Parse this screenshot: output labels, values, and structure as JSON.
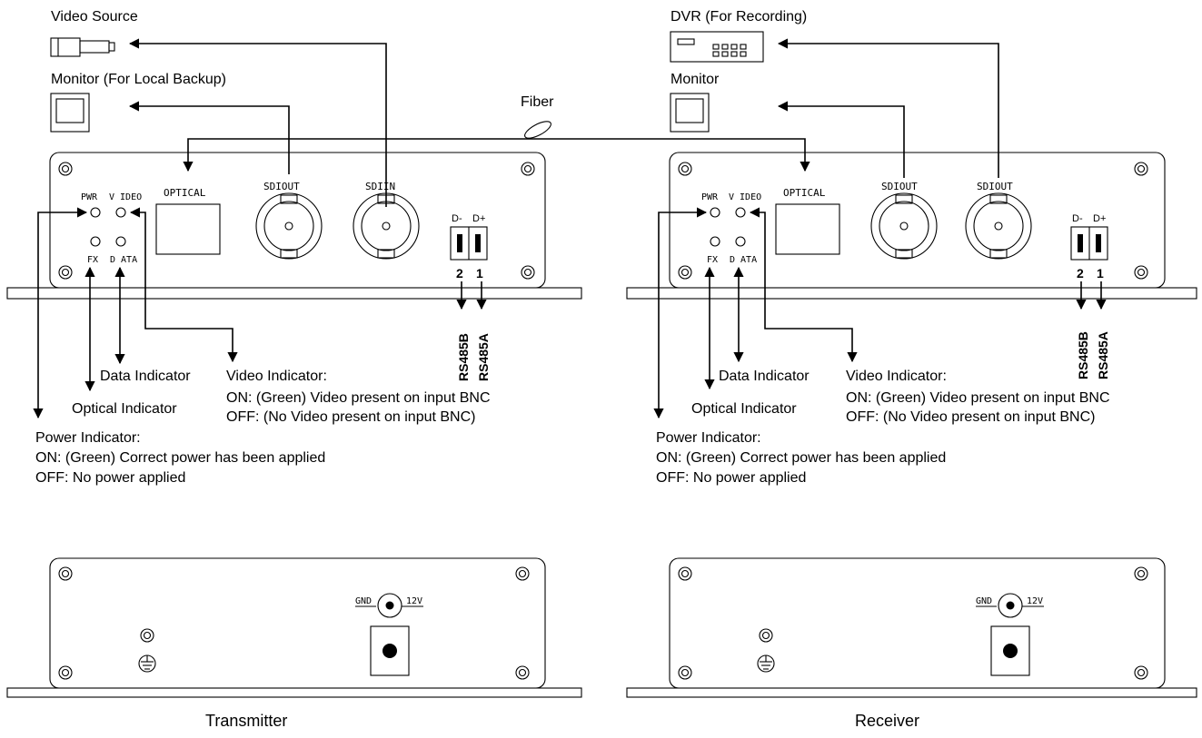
{
  "transmitter": {
    "caption": "Transmitter",
    "video_source": "Video Source",
    "monitor_local": "Monitor (For Local Backup)",
    "fiber": "Fiber",
    "panel": {
      "pwr": "PWR",
      "video": "V IDEO",
      "fx": "FX",
      "data": "D ATA",
      "optical": "OPTICAL",
      "sdi_out": "SDIOUT",
      "sdi_in": "SDIIN",
      "d_minus": "D-",
      "d_plus": "D+",
      "pin2": "2",
      "pin1": "1"
    },
    "rs485b": "RS485B",
    "rs485a": "RS485A",
    "data_indicator": "Data Indicator",
    "video_indicator": {
      "title": "Video Indicator:",
      "on": "ON: (Green) Video present on input BNC",
      "off": "OFF: (No Video present on input BNC)"
    },
    "optical_indicator": "Optical Indicator",
    "power_indicator": {
      "title": "Power  Indicator:",
      "on": "ON: (Green) Correct power has been applied",
      "off": "OFF: No power applied"
    },
    "rear": {
      "gnd": "GND",
      "v12": "12V"
    }
  },
  "receiver": {
    "caption": "Receiver",
    "dvr": "DVR (For Recording)",
    "monitor": "Monitor",
    "panel": {
      "pwr": "PWR",
      "video": "V IDEO",
      "fx": "FX",
      "data": "D ATA",
      "optical": "OPTICAL",
      "sdi_out_1": "SDIOUT",
      "sdi_out_2": "SDIOUT",
      "d_minus": "D-",
      "d_plus": "D+",
      "pin2": "2",
      "pin1": "1"
    },
    "rs485b": "RS485B",
    "rs485a": "RS485A",
    "data_indicator": "Data Indicator",
    "video_indicator": {
      "title": "Video Indicator:",
      "on": "ON: (Green) Video present on input BNC",
      "off": "OFF: (No Video present on input BNC)"
    },
    "optical_indicator": "Optical Indicator",
    "power_indicator": {
      "title": "Power  Indicator:",
      "on": "ON: (Green) Correct power has been applied",
      "off": "OFF: No power applied"
    },
    "rear": {
      "gnd": "GND",
      "v12": "12V"
    }
  }
}
